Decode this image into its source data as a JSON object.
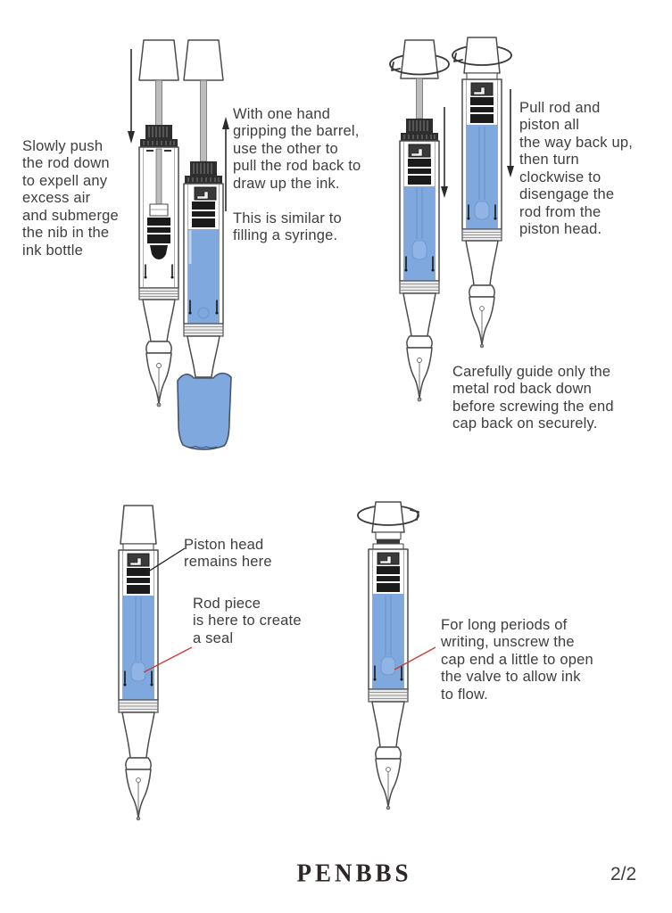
{
  "document": {
    "brand_logo": "PENBBS",
    "page_number": "2/2"
  },
  "steps": {
    "step1": "Slowly push\nthe rod down\nto expell any\nexcess air\nand submerge\nthe nib in the\nink bottle",
    "step2a": "With one hand\ngripping the barrel,\nuse the other to\npull the rod back to\ndraw up the ink.",
    "step2b": "This is similar to\nfilling a syringe.",
    "step3": "Pull rod and\npiston all\nthe way back up,\nthen turn\nclockwise to\ndisengage the\nrod from the\npiston head.",
    "step4": "Carefully guide only the\nmetal rod back down\nbefore screwing the end\ncap back on securely.",
    "step5": "For long periods of\nwriting, unscrew the\ncap end a little to open\nthe valve to allow ink\nto flow."
  },
  "labels": {
    "piston_head": "Piston head\nremains here",
    "rod_piece": "Rod piece\nis here to create\na seal"
  },
  "colors": {
    "ink_blue": "#7fa8de",
    "ink_outline": "#6b94cc",
    "pointer_red": "#c64135",
    "text": "#3e3e3e",
    "line": "#4d4d4d"
  }
}
